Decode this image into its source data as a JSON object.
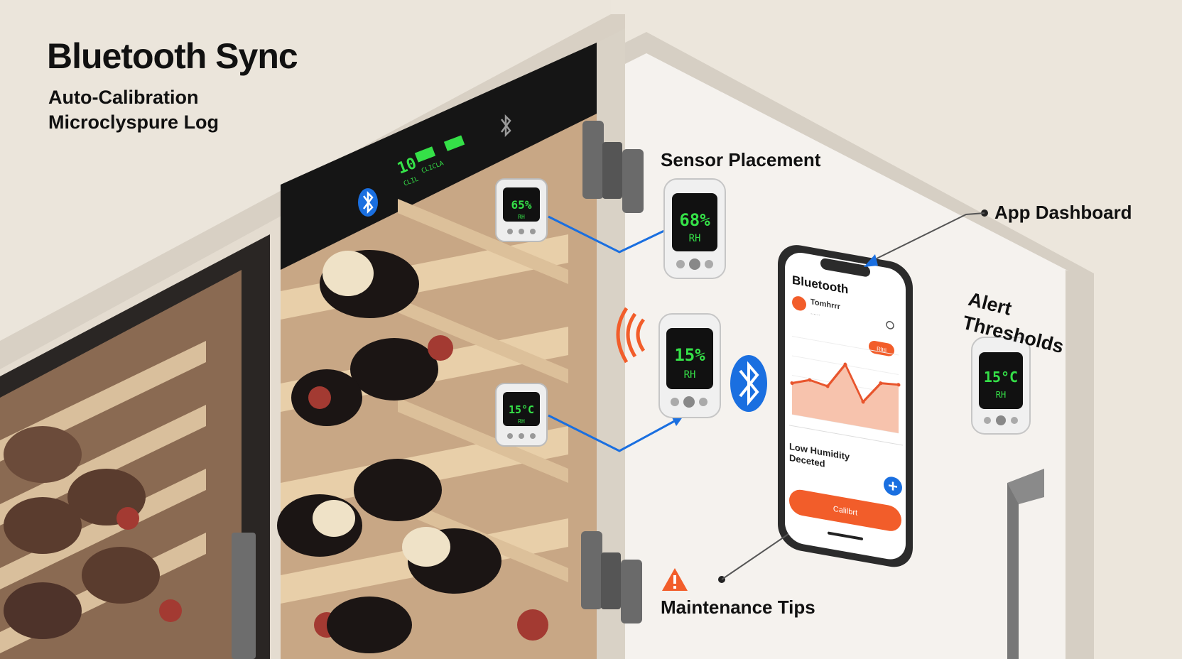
{
  "headline": {
    "title": "Bluetooth Sync",
    "subtitle_line1": "Auto-Calibration",
    "subtitle_line2": "Microclyspure Log"
  },
  "callouts": {
    "sensor_placement": "Sensor Placement",
    "app_dashboard": "App Dashboard",
    "alert_line1": "Alert",
    "alert_line2": "Thresholds",
    "maintenance_tips": "Maintenance Tips"
  },
  "cabinet_display": {
    "readout": "10",
    "caption1": "CLIL",
    "caption2": "CLICLA"
  },
  "sensors": {
    "shelf_top": {
      "value": "65%",
      "unit": "RH"
    },
    "shelf_bottom": {
      "value": "15°C",
      "unit": "RH"
    },
    "placement": {
      "value": "68%",
      "unit": "RH"
    },
    "broadcast": {
      "value": "15%",
      "unit": "RH"
    },
    "alert": {
      "value": "15°C",
      "unit": "RH"
    }
  },
  "phone": {
    "app_title": "Bluetooth",
    "card_title": "Tomhrrr",
    "card_sub": "......",
    "chart_badge": "Rltti",
    "alert_line1": "Low Humidity",
    "alert_line2": "Deceted",
    "action_button": "Calilbrt"
  },
  "colors": {
    "accent_blue": "#1a6fe0",
    "alert_orange": "#f25d2a",
    "lcd_green": "#35e048",
    "wall_beige": "#ece6dc",
    "wood": "#e8cfa9"
  },
  "chart_data": {
    "type": "line",
    "title": "",
    "xlabel": "",
    "ylabel": "",
    "series": [
      {
        "values": [
          20,
          24,
          22,
          38,
          16,
          30,
          31
        ]
      }
    ],
    "ylim": [
      0,
      50
    ],
    "grid": true
  }
}
